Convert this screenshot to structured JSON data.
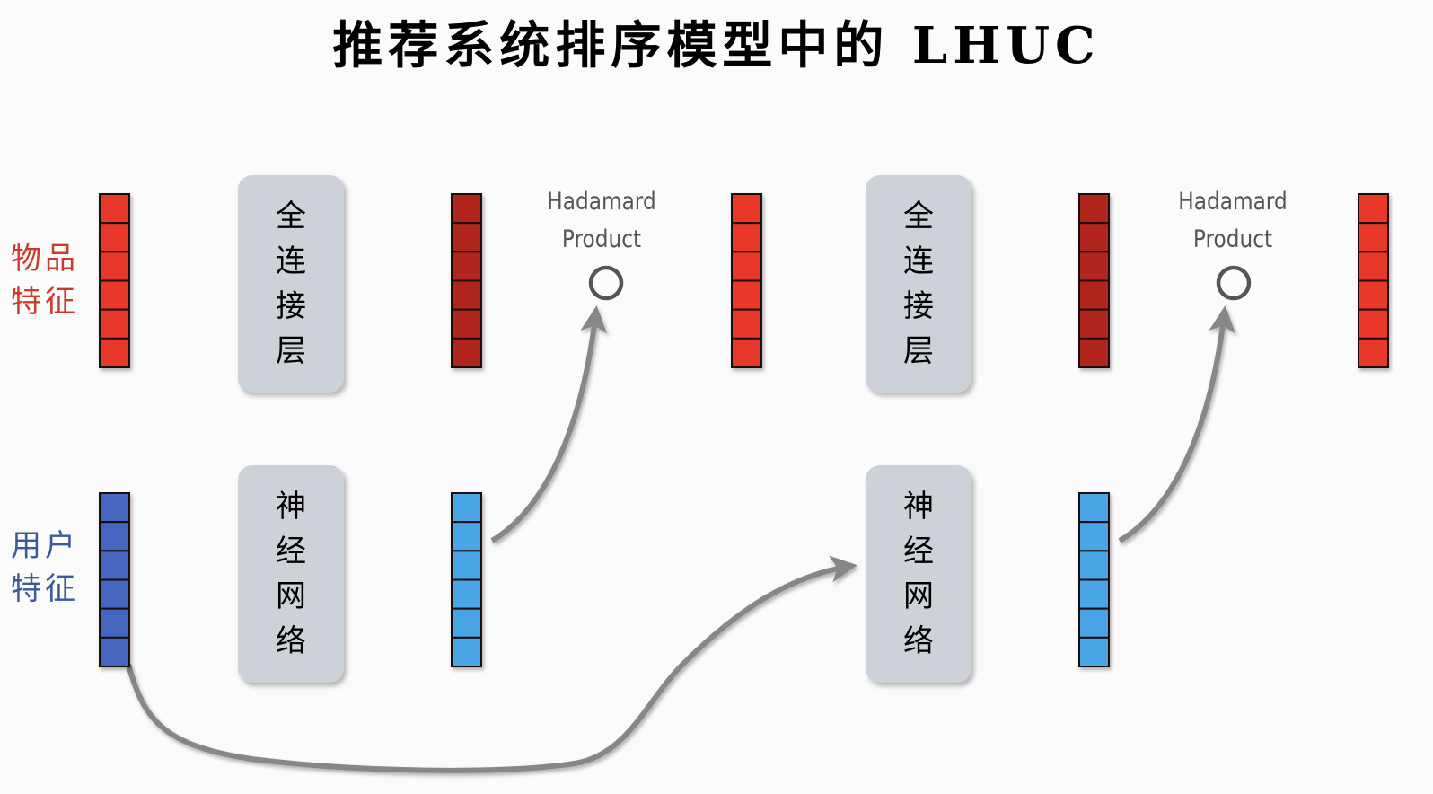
{
  "title": "推荐系统排序模型中的 LHUC",
  "labels": {
    "item_features": [
      "物品",
      "特征"
    ],
    "user_features": [
      "用户",
      "特征"
    ]
  },
  "boxes": {
    "fc_layer": [
      "全",
      "连",
      "接",
      "层"
    ],
    "neural_net": [
      "神",
      "经",
      "网",
      "络"
    ]
  },
  "hadamard": {
    "line1": "Hadamard",
    "line2": "Product"
  },
  "vector_cells": 6,
  "colors": {
    "item_vector": "#e8392a",
    "fc_output_vector": "#b0261b",
    "user_vector": "#4465be",
    "nn_output_vector": "#4aa5e6",
    "box_fill": "#cdd1d8",
    "arrow": "#878787",
    "item_label": "#cc3a2b",
    "user_label": "#3a5a9a"
  }
}
